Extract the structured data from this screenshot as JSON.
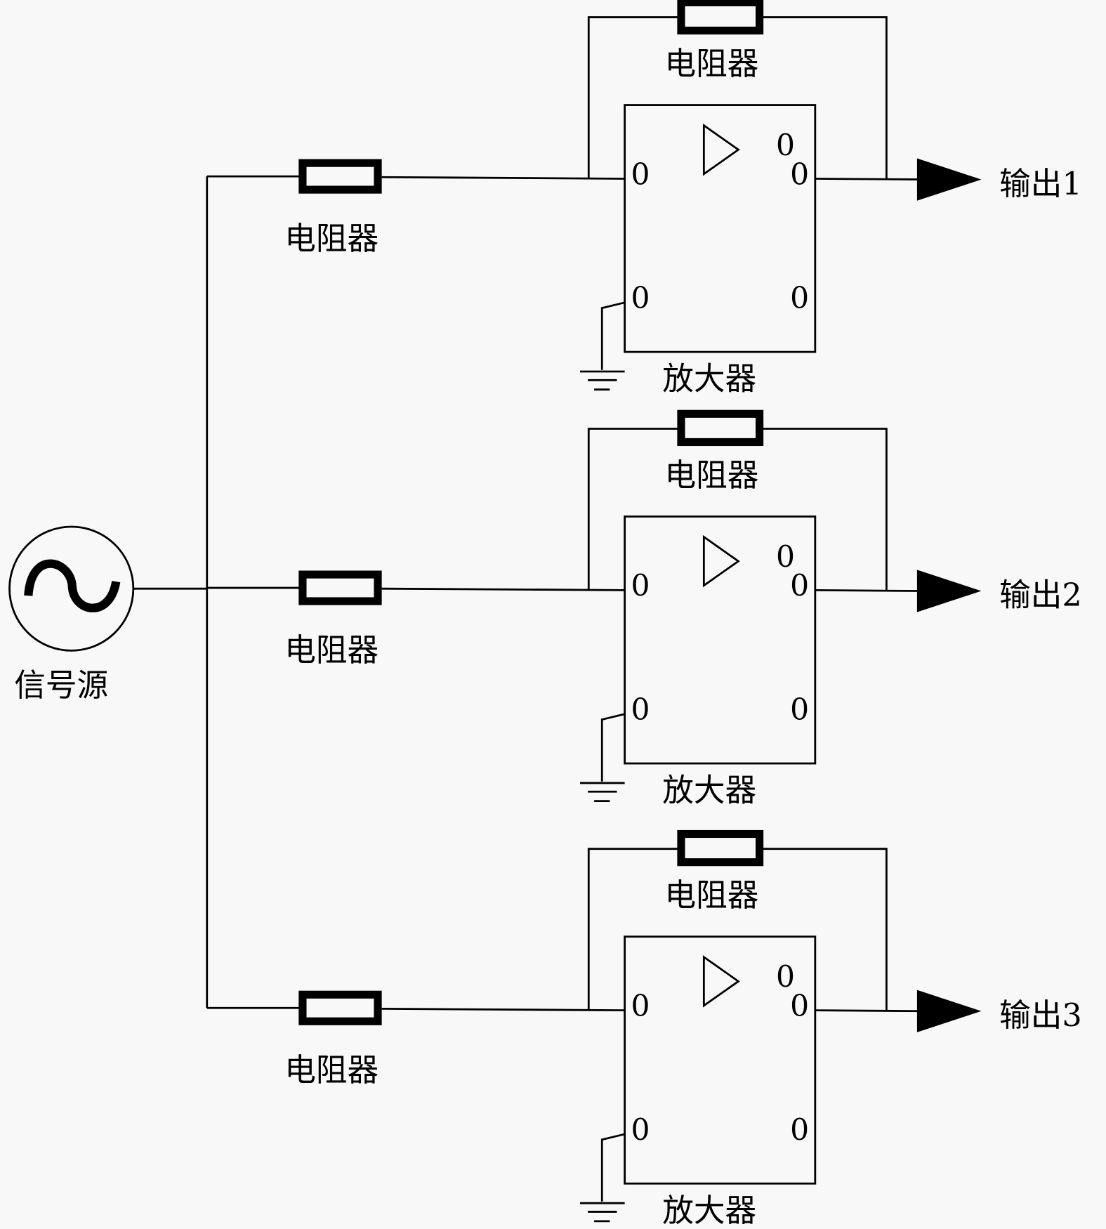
{
  "source": {
    "label": "信号源",
    "icon": "ac-sine-icon"
  },
  "stages": [
    {
      "input_resistor_label": "电阻器",
      "feedback_resistor_label": "电阻器",
      "amplifier_label": "放大器",
      "ports": {
        "in_top": "0",
        "in_bottom": "0",
        "out_top_a": "0",
        "out_top_b": "0",
        "out_bottom": "0"
      },
      "output_label": "输出1"
    },
    {
      "input_resistor_label": "电阻器",
      "feedback_resistor_label": "电阻器",
      "amplifier_label": "放大器",
      "ports": {
        "in_top": "0",
        "in_bottom": "0",
        "out_top_a": "0",
        "out_top_b": "0",
        "out_bottom": "0"
      },
      "output_label": "输出2"
    },
    {
      "input_resistor_label": "电阻器",
      "feedback_resistor_label": "电阻器",
      "amplifier_label": "放大器",
      "ports": {
        "in_top": "0",
        "in_bottom": "0",
        "out_top_a": "0",
        "out_top_b": "0",
        "out_bottom": "0"
      },
      "output_label": "输出3"
    }
  ],
  "colors": {
    "stroke": "#000000",
    "background": "#f8f8f8"
  }
}
